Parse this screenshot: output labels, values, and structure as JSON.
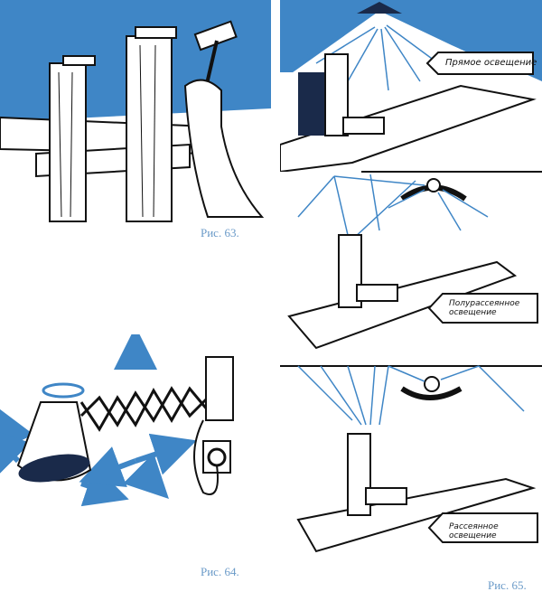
{
  "figures": {
    "fig63": {
      "caption": "Рис. 63."
    },
    "fig64": {
      "caption": "Рис. 64."
    },
    "fig65": {
      "caption": "Рис. 65.",
      "panels": [
        {
          "label": "Прямое освещение"
        },
        {
          "label_line1": "Полурассеянное",
          "label_line2": "освещение"
        },
        {
          "label_line1": "Рассеянное",
          "label_line2": "освещение"
        }
      ]
    }
  },
  "colors": {
    "accent_blue": "#3f86c6",
    "ink": "#111111",
    "caption": "#6a9ac8"
  }
}
